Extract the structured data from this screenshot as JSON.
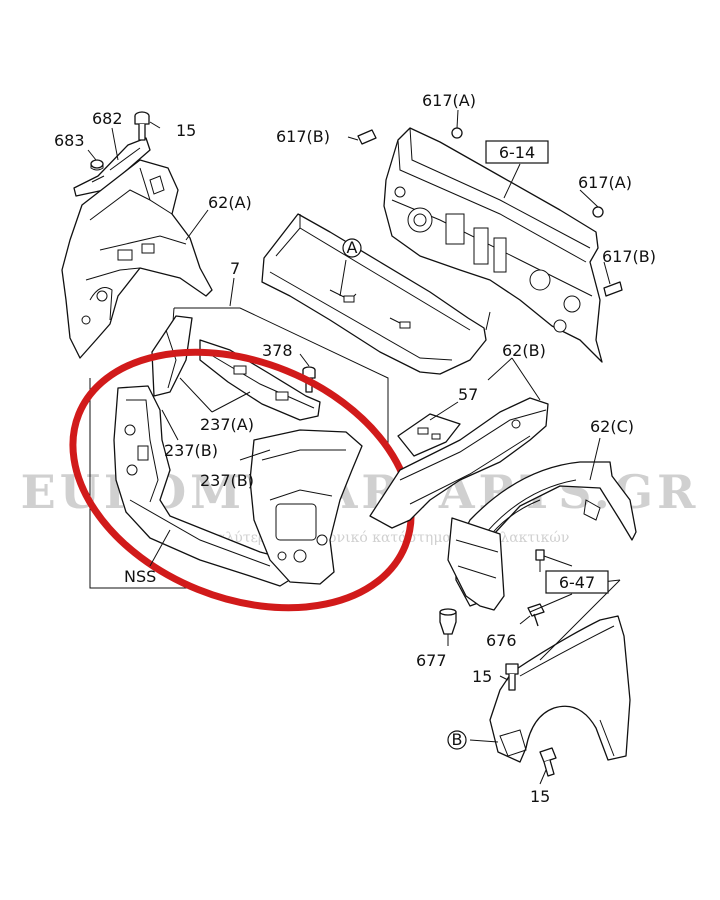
{
  "watermark": {
    "brand": "EUROMYCARPARTS.GR",
    "tagline": "το μεγαλύτερο ηλεκτρονικό κατάστημα ανταλλακτικών"
  },
  "labels": {
    "p682": "682",
    "p683": "683",
    "p15_top": "15",
    "p617b_left": "617(B)",
    "p617a_top": "617(A)",
    "p6_14": "6-14",
    "p617a_right": "617(A)",
    "p617b_right": "617(B)",
    "p62a": "62(A)",
    "p7": "7",
    "circle_a": "A",
    "p378": "378",
    "p237a": "237(A)",
    "p237b_left": "237(B)",
    "p237b_mid": "237(B)",
    "p57": "57",
    "p62b": "62(B)",
    "p62c": "62(C)",
    "nss": "NSS",
    "p6_47": "6-47",
    "p676": "676",
    "p677": "677",
    "p15_mid": "15",
    "circle_b": "B",
    "p15_bottom": "15"
  },
  "colors": {
    "highlight": "#d11a1a",
    "line": "#111111",
    "watermark": "#d0d0d0"
  }
}
